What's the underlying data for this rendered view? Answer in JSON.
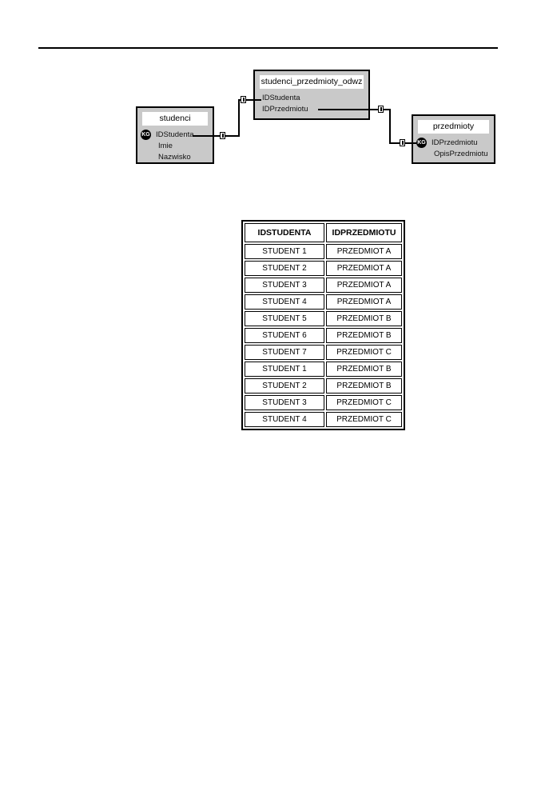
{
  "diagram": {
    "key_badge": "KG",
    "colors": {
      "entity_fill": "#c9c9c9",
      "entity_border": "#000000",
      "title_fill": "#ffffff",
      "line": "#000000"
    },
    "entities": [
      {
        "title": "studenci",
        "fields": [
          {
            "name": "IDStudenta",
            "key": true
          },
          {
            "name": "Imie",
            "key": false
          },
          {
            "name": "Nazwisko",
            "key": false
          }
        ]
      },
      {
        "title": "studenci_przedmioty_odwz",
        "fields": [
          {
            "name": "IDStudenta",
            "key": false
          },
          {
            "name": "IDPrzedmiotu",
            "key": false
          }
        ]
      },
      {
        "title": "przedmioty",
        "fields": [
          {
            "name": "IDPrzedmiotu",
            "key": true
          },
          {
            "name": "OpisPrzedmiotu",
            "key": false
          }
        ]
      }
    ],
    "relationships": [
      {
        "from": "studenci.IDStudenta",
        "to": "studenci_przedmioty_odwz.IDStudenta"
      },
      {
        "from": "studenci_przedmioty_odwz.IDPrzedmiotu",
        "to": "przedmioty.IDPrzedmiotu"
      }
    ]
  },
  "table": {
    "headers": [
      "IDSTUDENTA",
      "IDPRZEDMIOTU"
    ],
    "rows": [
      [
        "STUDENT 1",
        "PRZEDMIOT A"
      ],
      [
        "STUDENT 2",
        "PRZEDMIOT A"
      ],
      [
        "STUDENT 3",
        "PRZEDMIOT A"
      ],
      [
        "STUDENT 4",
        "PRZEDMIOT A"
      ],
      [
        "STUDENT 5",
        "PRZEDMIOT B"
      ],
      [
        "STUDENT 6",
        "PRZEDMIOT B"
      ],
      [
        "STUDENT 7",
        "PRZEDMIOT C"
      ],
      [
        "STUDENT 1",
        "PRZEDMIOT B"
      ],
      [
        "STUDENT 2",
        "PRZEDMIOT B"
      ],
      [
        "STUDENT 3",
        "PRZEDMIOT C"
      ],
      [
        "STUDENT 4",
        "PRZEDMIOT C"
      ]
    ]
  }
}
